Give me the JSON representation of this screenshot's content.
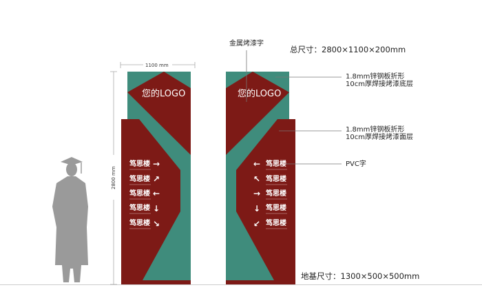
{
  "colors": {
    "red": "#7d1a16",
    "teal": "#3f8c7c",
    "silhouette": "#9a9a9a"
  },
  "dimensions": {
    "width_label": "1100 mm",
    "height_label": "2800 mm"
  },
  "annotations": {
    "metal_text": "金属烤漆字",
    "overall_size": "总尺寸：2800×1100×200mm",
    "base_layer_1": "1.8mm锌钢板折形",
    "base_layer_2": "10cm厚焊接烤漆底层",
    "face_layer_1": "1.8mm锌钢板折形",
    "face_layer_2": "10cm厚焊接烤漆面层",
    "pvc": "PVC字",
    "foundation_size": "地基尺寸：1300×500×500mm"
  },
  "left_sign": {
    "logo": "您的LOGO",
    "rows": [
      {
        "label": "笃思楼",
        "arrow": "→",
        "arrow_icon": "arrow-right-icon"
      },
      {
        "label": "笃思楼",
        "arrow": "↗",
        "arrow_icon": "arrow-up-right-icon"
      },
      {
        "label": "笃思楼",
        "arrow": "←",
        "arrow_icon": "arrow-left-icon"
      },
      {
        "label": "笃思楼",
        "arrow": "↓",
        "arrow_icon": "arrow-down-icon"
      },
      {
        "label": "笃思楼",
        "arrow": "↘",
        "arrow_icon": "arrow-down-right-icon"
      }
    ]
  },
  "right_sign": {
    "logo": "您的LOGO",
    "rows": [
      {
        "label": "笃思楼",
        "arrow": "←",
        "arrow_icon": "arrow-left-icon"
      },
      {
        "label": "笃思楼",
        "arrow": "↖",
        "arrow_icon": "arrow-up-left-icon"
      },
      {
        "label": "笃思楼",
        "arrow": "→",
        "arrow_icon": "arrow-right-icon"
      },
      {
        "label": "笃思楼",
        "arrow": "↓",
        "arrow_icon": "arrow-down-icon"
      },
      {
        "label": "笃思楼",
        "arrow": "↙",
        "arrow_icon": "arrow-down-left-icon"
      }
    ]
  }
}
